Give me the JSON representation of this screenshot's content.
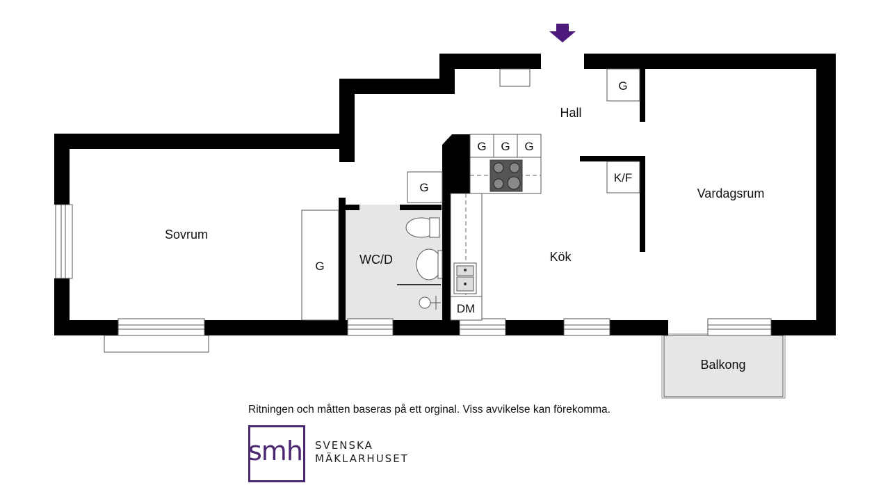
{
  "rooms": {
    "hall": "Hall",
    "sovrum": "Sovrum",
    "wc": "WC/D",
    "kok": "Kök",
    "vardagsrum": "Vardagsrum",
    "balkong": "Balkong"
  },
  "fixtures": {
    "wardrobe_hall": "G",
    "wardrobes_kitchen": [
      "G",
      "G",
      "G"
    ],
    "wardrobe_corridor": "G",
    "wardrobe_bedroom": "G",
    "fridge_freezer": "K/F",
    "dishwasher": "DM"
  },
  "entrance_arrow_color": "#4b1a7a",
  "footer": {
    "disclaimer": "Ritningen och måtten baseras på ett orginal. Viss avvikelse kan förekomma."
  },
  "logo": {
    "mark": "smh",
    "line1": "SVENSKA",
    "line2": "MÄKLARHUSET",
    "color": "#4b2671"
  }
}
